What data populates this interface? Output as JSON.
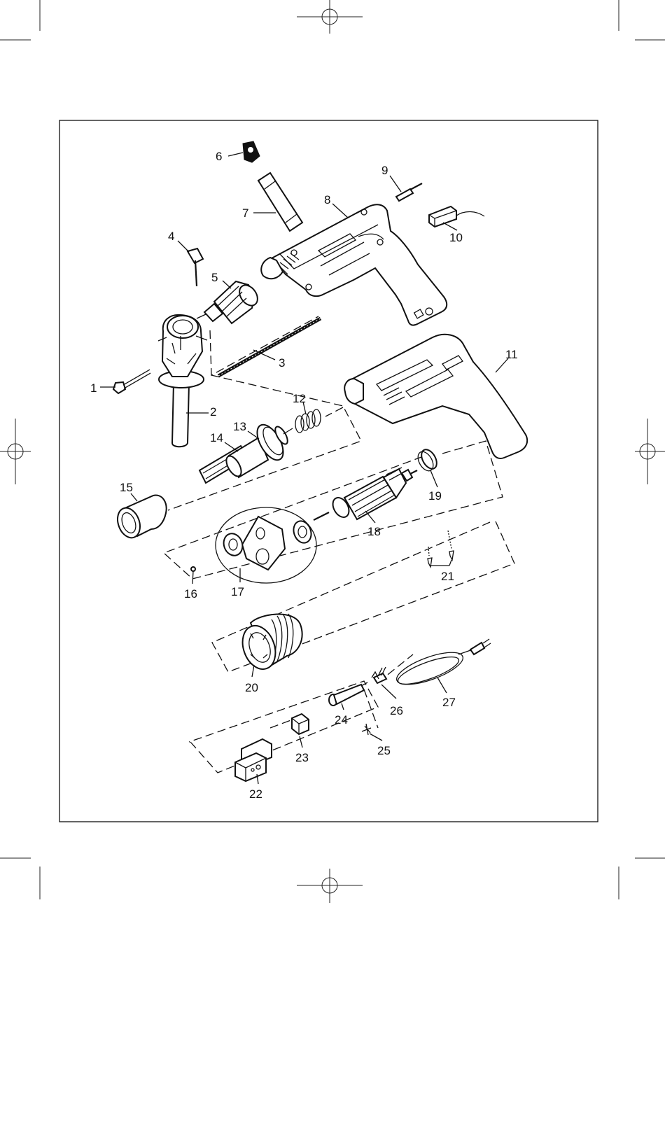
{
  "labels": {
    "p1": "1",
    "p2": "2",
    "p3": "3",
    "p4": "4",
    "p5": "5",
    "p6": "6",
    "p7": "7",
    "p8": "8",
    "p9": "9",
    "p10": "10",
    "p11": "11",
    "p12": "12",
    "p13": "13",
    "p14": "14",
    "p15": "15",
    "p16": "16",
    "p17": "17",
    "p18": "18",
    "p19": "19",
    "p20": "20",
    "p21": "21",
    "p22": "22",
    "p23": "23",
    "p24": "24",
    "p25": "25",
    "p26": "26",
    "p27": "27"
  },
  "icons": {
    "registration_mark": "crosshair-circle-icon",
    "crop_mark": "crop-corner-icon"
  },
  "colors": {
    "ink": "#111111",
    "paper": "#ffffff"
  }
}
